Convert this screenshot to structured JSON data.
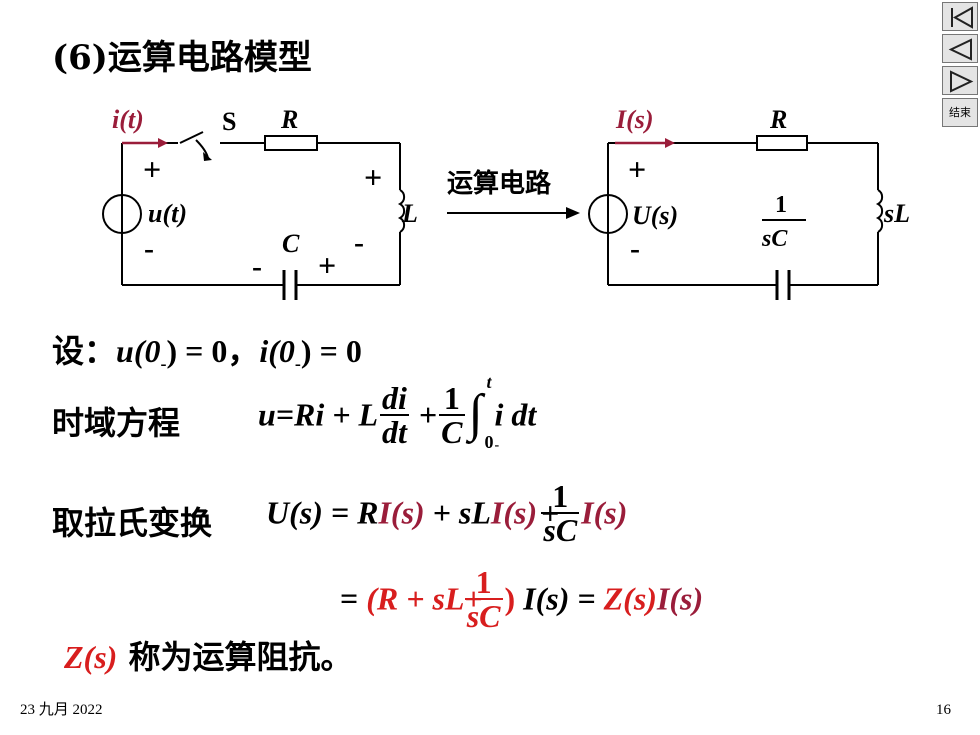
{
  "slide": {
    "title": "(6)运算电路模型",
    "date": "23 九月 2022",
    "page_number": "16"
  },
  "nav": {
    "first_label": "",
    "prev_label": "",
    "next_label": "",
    "end_label": "结束"
  },
  "circuit_left": {
    "current": "i(t)",
    "switch": "S",
    "resistor": "R",
    "source": "u(t)",
    "inductor": "L",
    "capacitor": "C",
    "plus": "+",
    "minus": "-"
  },
  "transform": {
    "label": "运算电路"
  },
  "circuit_right": {
    "current": "I(s)",
    "resistor": "R",
    "source": "U(s)",
    "cap_num": "1",
    "cap_den": "sC",
    "inductor": "sL",
    "plus": "+",
    "minus": "-"
  },
  "initial": {
    "label": "设：",
    "cond1": "u(0",
    "sub": "-",
    "cond1_tail": ") = 0，",
    "cond2": "i(0",
    "cond2_tail": ") = 0"
  },
  "time_eq": {
    "label": "时域方程",
    "lhs": "u=Ri + ",
    "L": "L",
    "d_num": "di",
    "d_den": "dt",
    "plus": " +",
    "c_num": "1",
    "c_den": "C",
    "upper": "t",
    "lower": "0",
    "lower_sub": "-",
    "integrand": "i dt"
  },
  "laplace": {
    "label": "取拉氏变换",
    "lhs": "U(s) = ",
    "R": "R",
    "Is1": "I(s)",
    "mid": " + sL",
    "Is2": "I(s)",
    "plus": "+",
    "num": "1",
    "den": "sC",
    "Is3": "I(s)"
  },
  "result": {
    "eq": "= ",
    "paren": "(R + sL",
    "plus": "+",
    "num": "1",
    "den": "sC",
    "close": ")",
    "Is": " I(s) = ",
    "Z": "Z(s)",
    "Is2": "I(s)"
  },
  "note": {
    "Z": "Z(s)",
    "text": " 称为运算阻抗。"
  }
}
